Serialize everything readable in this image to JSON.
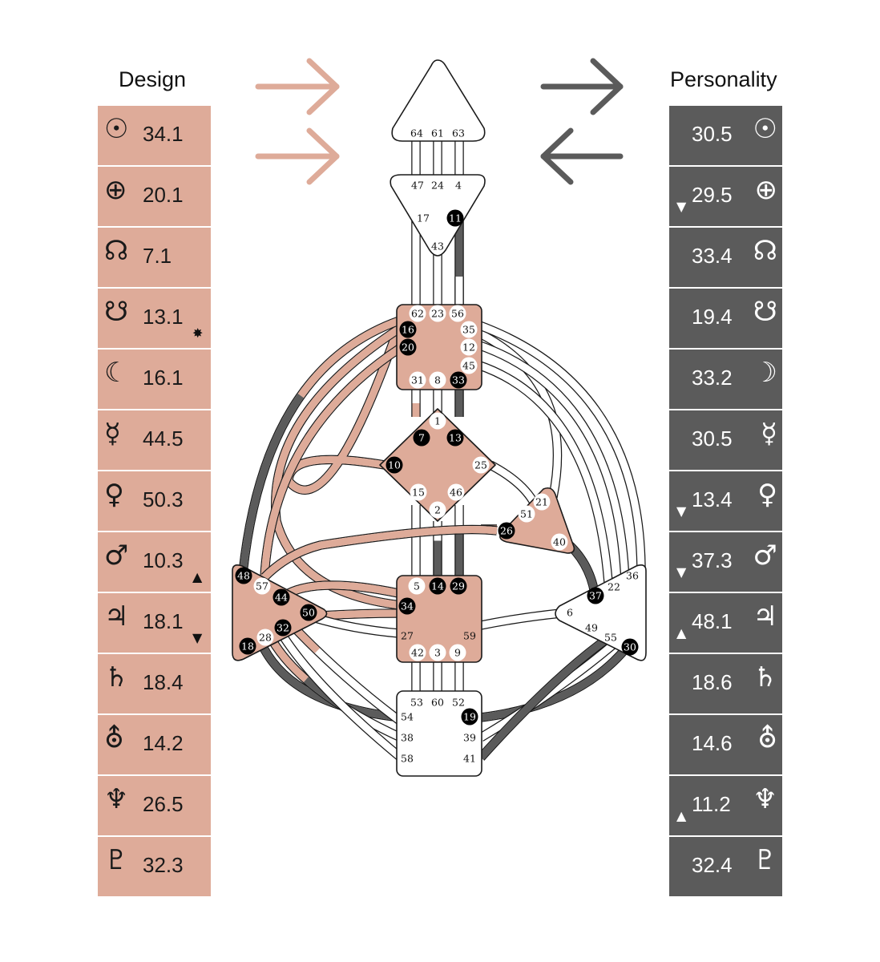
{
  "design": {
    "title": "Design",
    "rows": [
      {
        "icon": "sun-icon",
        "symbol": "☉",
        "value": "34.1",
        "mark": ""
      },
      {
        "icon": "earth-icon",
        "symbol": "⊕",
        "value": "20.1",
        "mark": ""
      },
      {
        "icon": "north-node-icon",
        "symbol": "☊",
        "value": "7.1",
        "mark": ""
      },
      {
        "icon": "south-node-icon",
        "symbol": "☋",
        "value": "13.1",
        "mark": "✸"
      },
      {
        "icon": "moon-icon",
        "symbol": "☾",
        "value": "16.1",
        "mark": ""
      },
      {
        "icon": "mercury-icon",
        "symbol": "☿",
        "value": "44.5",
        "mark": ""
      },
      {
        "icon": "venus-icon",
        "symbol": "♀",
        "value": "50.3",
        "mark": ""
      },
      {
        "icon": "mars-icon",
        "symbol": "♂",
        "value": "10.3",
        "mark": "▲"
      },
      {
        "icon": "jupiter-icon",
        "symbol": "♃",
        "value": "18.1",
        "mark": "▼"
      },
      {
        "icon": "saturn-icon",
        "symbol": "♄",
        "value": "18.4",
        "mark": ""
      },
      {
        "icon": "uranus-icon",
        "symbol": "⛢",
        "value": "14.2",
        "mark": ""
      },
      {
        "icon": "neptune-icon",
        "symbol": "♆",
        "value": "26.5",
        "mark": ""
      },
      {
        "icon": "pluto-icon",
        "symbol": "♇",
        "value": "32.3",
        "mark": ""
      }
    ]
  },
  "personality": {
    "title": "Personality",
    "rows": [
      {
        "icon": "sun-icon",
        "symbol": "☉",
        "value": "30.5",
        "mark": ""
      },
      {
        "icon": "earth-icon",
        "symbol": "⊕",
        "value": "29.5",
        "mark": "▼"
      },
      {
        "icon": "north-node-icon",
        "symbol": "☊",
        "value": "33.4",
        "mark": ""
      },
      {
        "icon": "south-node-icon",
        "symbol": "☋",
        "value": "19.4",
        "mark": ""
      },
      {
        "icon": "moon-icon",
        "symbol": "☽",
        "value": "33.2",
        "mark": ""
      },
      {
        "icon": "mercury-icon",
        "symbol": "☿",
        "value": "30.5",
        "mark": ""
      },
      {
        "icon": "venus-icon",
        "symbol": "♀",
        "value": "13.4",
        "mark": "▼"
      },
      {
        "icon": "mars-icon",
        "symbol": "♂",
        "value": "37.3",
        "mark": "▼"
      },
      {
        "icon": "jupiter-icon",
        "symbol": "♃",
        "value": "48.1",
        "mark": "▲"
      },
      {
        "icon": "saturn-icon",
        "symbol": "♄",
        "value": "18.6",
        "mark": ""
      },
      {
        "icon": "uranus-icon",
        "symbol": "⛢",
        "value": "14.6",
        "mark": ""
      },
      {
        "icon": "neptune-icon",
        "symbol": "♆",
        "value": "11.2",
        "mark": "▲"
      },
      {
        "icon": "pluto-icon",
        "symbol": "♇",
        "value": "32.4",
        "mark": ""
      }
    ]
  },
  "colors": {
    "design": "#deab99",
    "personality": "#5b5b5b",
    "outline": "#1a1a1a",
    "gate_active": "#000000",
    "gate_inactive": "#ffffff"
  },
  "arrows": {
    "design": [
      "arrow-right-icon",
      "arrow-right-icon"
    ],
    "personality": [
      "arrow-right-icon",
      "arrow-left-icon"
    ]
  },
  "centers": [
    {
      "id": "head",
      "name": "head-center",
      "color": "#ffffff"
    },
    {
      "id": "ajna",
      "name": "ajna-center",
      "color": "#ffffff"
    },
    {
      "id": "throat",
      "name": "throat-center",
      "color": "#deab99"
    },
    {
      "id": "g",
      "name": "g-center",
      "color": "#deab99"
    },
    {
      "id": "heart",
      "name": "heart-center",
      "color": "#deab99"
    },
    {
      "id": "spleen",
      "name": "spleen-center",
      "color": "#deab99"
    },
    {
      "id": "sacral",
      "name": "sacral-center",
      "color": "#deab99"
    },
    {
      "id": "solar",
      "name": "solar-plexus-center",
      "color": "#ffffff"
    },
    {
      "id": "root",
      "name": "root-center",
      "color": "#ffffff"
    }
  ],
  "gates": [
    {
      "n": "64",
      "s": "plain"
    },
    {
      "n": "61",
      "s": "plain"
    },
    {
      "n": "63",
      "s": "plain"
    },
    {
      "n": "47",
      "s": "plain"
    },
    {
      "n": "24",
      "s": "plain"
    },
    {
      "n": "4",
      "s": "plain"
    },
    {
      "n": "17",
      "s": "plain"
    },
    {
      "n": "11",
      "s": "black"
    },
    {
      "n": "43",
      "s": "plain"
    },
    {
      "n": "62",
      "s": "white"
    },
    {
      "n": "23",
      "s": "white"
    },
    {
      "n": "56",
      "s": "white"
    },
    {
      "n": "16",
      "s": "black"
    },
    {
      "n": "35",
      "s": "white"
    },
    {
      "n": "20",
      "s": "black"
    },
    {
      "n": "12",
      "s": "white"
    },
    {
      "n": "45",
      "s": "white"
    },
    {
      "n": "31",
      "s": "white"
    },
    {
      "n": "8",
      "s": "white"
    },
    {
      "n": "33",
      "s": "black"
    },
    {
      "n": "1",
      "s": "white"
    },
    {
      "n": "7",
      "s": "black"
    },
    {
      "n": "13",
      "s": "black"
    },
    {
      "n": "10",
      "s": "black"
    },
    {
      "n": "25",
      "s": "white"
    },
    {
      "n": "15",
      "s": "white"
    },
    {
      "n": "46",
      "s": "white"
    },
    {
      "n": "2",
      "s": "white"
    },
    {
      "n": "21",
      "s": "white"
    },
    {
      "n": "51",
      "s": "white"
    },
    {
      "n": "26",
      "s": "black"
    },
    {
      "n": "40",
      "s": "white"
    },
    {
      "n": "48",
      "s": "black"
    },
    {
      "n": "57",
      "s": "white"
    },
    {
      "n": "44",
      "s": "black"
    },
    {
      "n": "50",
      "s": "black"
    },
    {
      "n": "32",
      "s": "black"
    },
    {
      "n": "28",
      "s": "white"
    },
    {
      "n": "18",
      "s": "black"
    },
    {
      "n": "5",
      "s": "white"
    },
    {
      "n": "14",
      "s": "black"
    },
    {
      "n": "29",
      "s": "black"
    },
    {
      "n": "34",
      "s": "black"
    },
    {
      "n": "27",
      "s": "plain"
    },
    {
      "n": "59",
      "s": "plain"
    },
    {
      "n": "42",
      "s": "white"
    },
    {
      "n": "3",
      "s": "white"
    },
    {
      "n": "9",
      "s": "white"
    },
    {
      "n": "36",
      "s": "plain"
    },
    {
      "n": "22",
      "s": "plain"
    },
    {
      "n": "37",
      "s": "black"
    },
    {
      "n": "6",
      "s": "plain"
    },
    {
      "n": "49",
      "s": "plain"
    },
    {
      "n": "55",
      "s": "plain"
    },
    {
      "n": "30",
      "s": "black"
    },
    {
      "n": "53",
      "s": "plain"
    },
    {
      "n": "60",
      "s": "plain"
    },
    {
      "n": "52",
      "s": "plain"
    },
    {
      "n": "54",
      "s": "plain"
    },
    {
      "n": "19",
      "s": "black"
    },
    {
      "n": "38",
      "s": "plain"
    },
    {
      "n": "39",
      "s": "plain"
    },
    {
      "n": "58",
      "s": "plain"
    },
    {
      "n": "41",
      "s": "plain"
    }
  ]
}
